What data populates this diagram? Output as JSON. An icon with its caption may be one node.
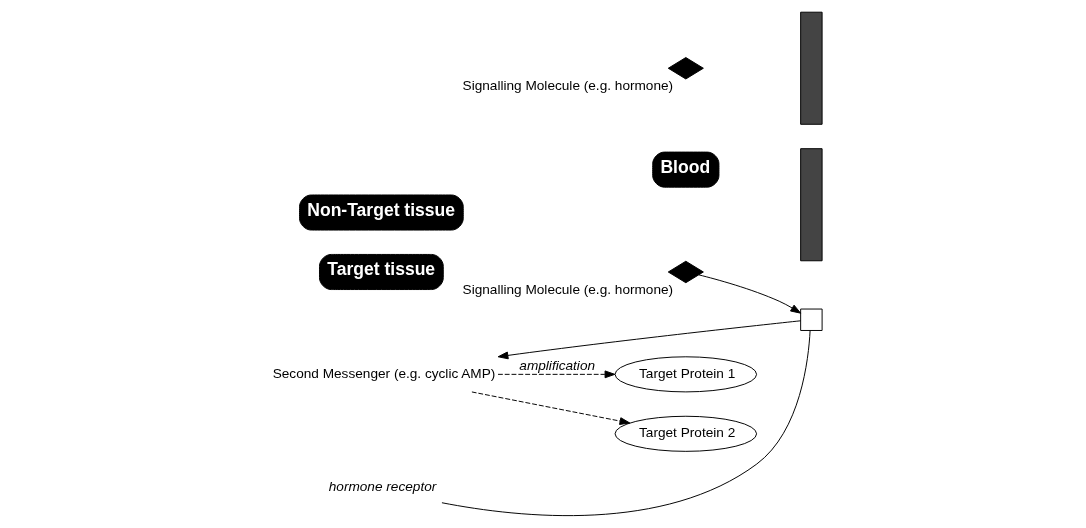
{
  "diagram": {
    "nodes": [
      {
        "text": [
          "Target tissue"
        ]
      },
      {
        "text": [],
        "shape": "diamond",
        "beside": [
          "Signalling Molecule (e.g. hormone)"
        ]
      },
      {
        "text": [],
        "shape": "bar"
      },
      {
        "text": [],
        "shape": "box"
      },
      {
        "text": [
          "Second Messenger (e.g. cyclic AMP)"
        ]
      },
      {
        "text": [
          "Target Protein 1"
        ]
      },
      {
        "text": [
          "Blood"
        ]
      },
      {
        "text": [
          "hormone receptor"
        ]
      },
      {
        "text": [
          "Target Protein 2"
        ]
      },
      {
        "text": [],
        "shape": "bar"
      },
      {
        "text": [],
        "shape": "diamond",
        "beside": [
          "Signalling Molecule (e.g. hormone)"
        ]
      },
      {
        "text": [
          "Non-Target tissue"
        ]
      }
    ],
    "edges": [
      {
        "from": 1,
        "to": 3,
        "arrow": "to"
      },
      {
        "from": 3,
        "to": 4,
        "arrow": "to"
      },
      {
        "from": 4,
        "to": 5,
        "arrow": "to",
        "style": "dashed",
        "label": "amplification"
      },
      {
        "from": 4,
        "to": 8,
        "arrow": "to",
        "style": "dashed"
      },
      {
        "from": 7,
        "to": 3,
        "arrow": "none"
      }
    ]
  }
}
